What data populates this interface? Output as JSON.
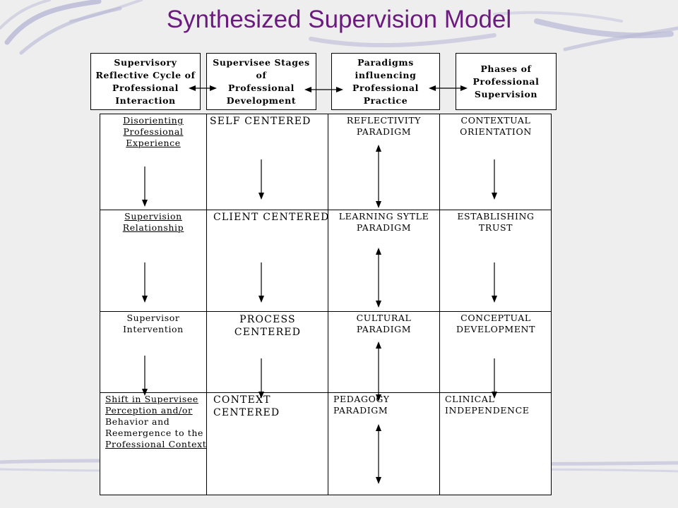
{
  "title": "Synthesized Supervision Model",
  "header_boxes": [
    "Supervisory\nReflective Cycle of\nProfessional\nInteraction",
    "Supervisee Stages of\nProfessional\nDevelopment",
    "Paradigms\ninfluencing\nProfessional\nPractice",
    "Phases of\nProfessional\nSupervision"
  ],
  "reflective_cycle": [
    "Disorienting\nProfessional\nExperience",
    "Supervision\nRelationship",
    "Supervisor\nIntervention",
    "Shift in Supervisee\nPerception and/or\nBehavior and\nReemergence to the\nProfessional Context"
  ],
  "supervisee_stages": [
    "SELF CENTERED",
    "CLIENT CENTERED",
    "PROCESS\nCENTERED",
    "CONTEXT\nCENTERED"
  ],
  "paradigms": [
    "REFLECTIVITY\nPARADIGM",
    "LEARNING SYTLE\nPARADIGM",
    "CULTURAL\nPARADIGM",
    "PEDAGOGY\nPARADIGM"
  ],
  "phases": [
    "CONTEXTUAL\nORIENTATION",
    "ESTABLISHING\nTRUST",
    "CONCEPTUAL\nDEVELOPMENT",
    "CLINICAL\nINDEPENDENCE"
  ],
  "colors": {
    "title": "#6b1a7e",
    "background": "#eeeeef",
    "brush": "#b7b7d6"
  }
}
